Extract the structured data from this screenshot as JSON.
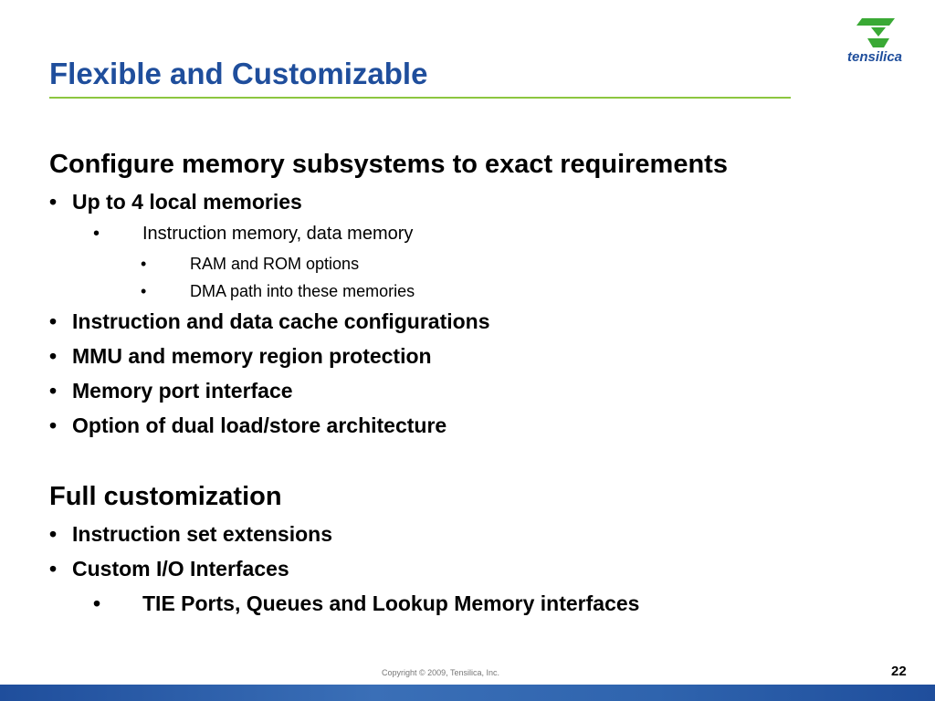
{
  "slide": {
    "title": "Flexible and Customizable",
    "logo_text": "tensilica",
    "sections": [
      {
        "heading": "Configure memory subsystems to exact requirements",
        "items": [
          {
            "bullet": "•",
            "text": "Up to 4 local memories"
          },
          {
            "bullet": "•",
            "text": "Instruction memory, data memory"
          },
          {
            "bullet": "•",
            "text": "RAM and ROM options"
          },
          {
            "bullet": "•",
            "text": "DMA path into these memories"
          },
          {
            "bullet": "•",
            "text": "Instruction and data cache configurations"
          },
          {
            "bullet": "•",
            "text": "MMU and memory region protection"
          },
          {
            "bullet": "•",
            "text": "Memory port interface"
          },
          {
            "bullet": "•",
            "text": "Option of dual load/store architecture"
          }
        ]
      },
      {
        "heading": "Full customization",
        "items": [
          {
            "bullet": "•",
            "text": "Instruction set extensions"
          },
          {
            "bullet": "•",
            "text": "Custom I/O Interfaces"
          },
          {
            "bullet": "•",
            "text": "TIE Ports, Queues and Lookup Memory interfaces"
          }
        ]
      }
    ],
    "footer": {
      "copyright": "Copyright © 2009, Tensilica, Inc.",
      "page_number": "22"
    },
    "colors": {
      "title": "#1f4e9c",
      "rule": "#8cc63f",
      "logo_green": "#3aa935",
      "band": "#1f4e9c"
    }
  }
}
